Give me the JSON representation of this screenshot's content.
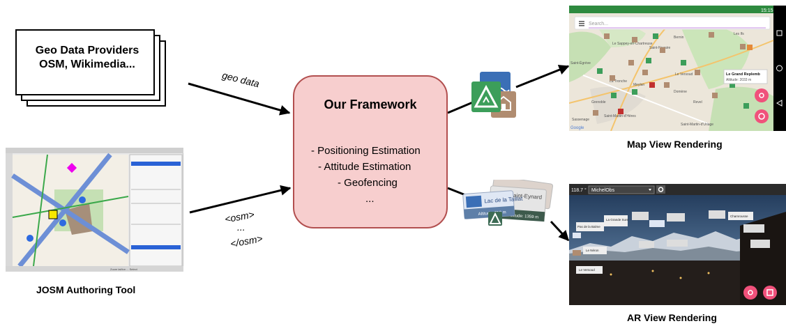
{
  "providers": {
    "line1": "Geo Data Providers",
    "line2": "OSM, Wikimedia..."
  },
  "framework": {
    "title": "Our Framework",
    "items": [
      "- Positioning Estimation",
      "- Attitude Estimation",
      "- Geofencing",
      "..."
    ]
  },
  "edges": {
    "geo_data": "geo data",
    "osm_open": "<osm>",
    "osm_dots": "...",
    "osm_close": "</osm>"
  },
  "captions": {
    "josm": "JOSM Authoring Tool",
    "map_view": "Map View Rendering",
    "ar_view": "AR View Rendering"
  },
  "josm_screenshot": {
    "status_text": "Zoom lat/lon ... Select"
  },
  "map_screenshot": {
    "status_time": "15:15",
    "search_placeholder": "Search...",
    "place_names": [
      "Les Ifs",
      "Bernin",
      "Saint-Nazaire",
      "Le Sappey-en-Chartreuse",
      "Saint-Égrève",
      "Meylan",
      "La Tronche",
      "Grenoble",
      "Sassenage",
      "Saint-Martin-d'Hères",
      "Le Versoud",
      "Domène",
      "Saint-Martin-d'Uriage",
      "Revel"
    ],
    "popup_title": "Le Grand Replemb",
    "popup_subtitle": "Altitude: 2033 m",
    "google_label": "Google",
    "accent": "#f0517b"
  },
  "ar_screenshot": {
    "heading_value": "118.7 °",
    "profile_select": "MichelObs",
    "labels": [
      "Lac de la Taillat",
      "Altitude: 212 m",
      "Saint-Eynard",
      "Altitude: 1359 m",
      "Pas de la Balme",
      "La Grande Sure",
      "Le Néron",
      "Chamrousse",
      "Le Versoud"
    ]
  }
}
